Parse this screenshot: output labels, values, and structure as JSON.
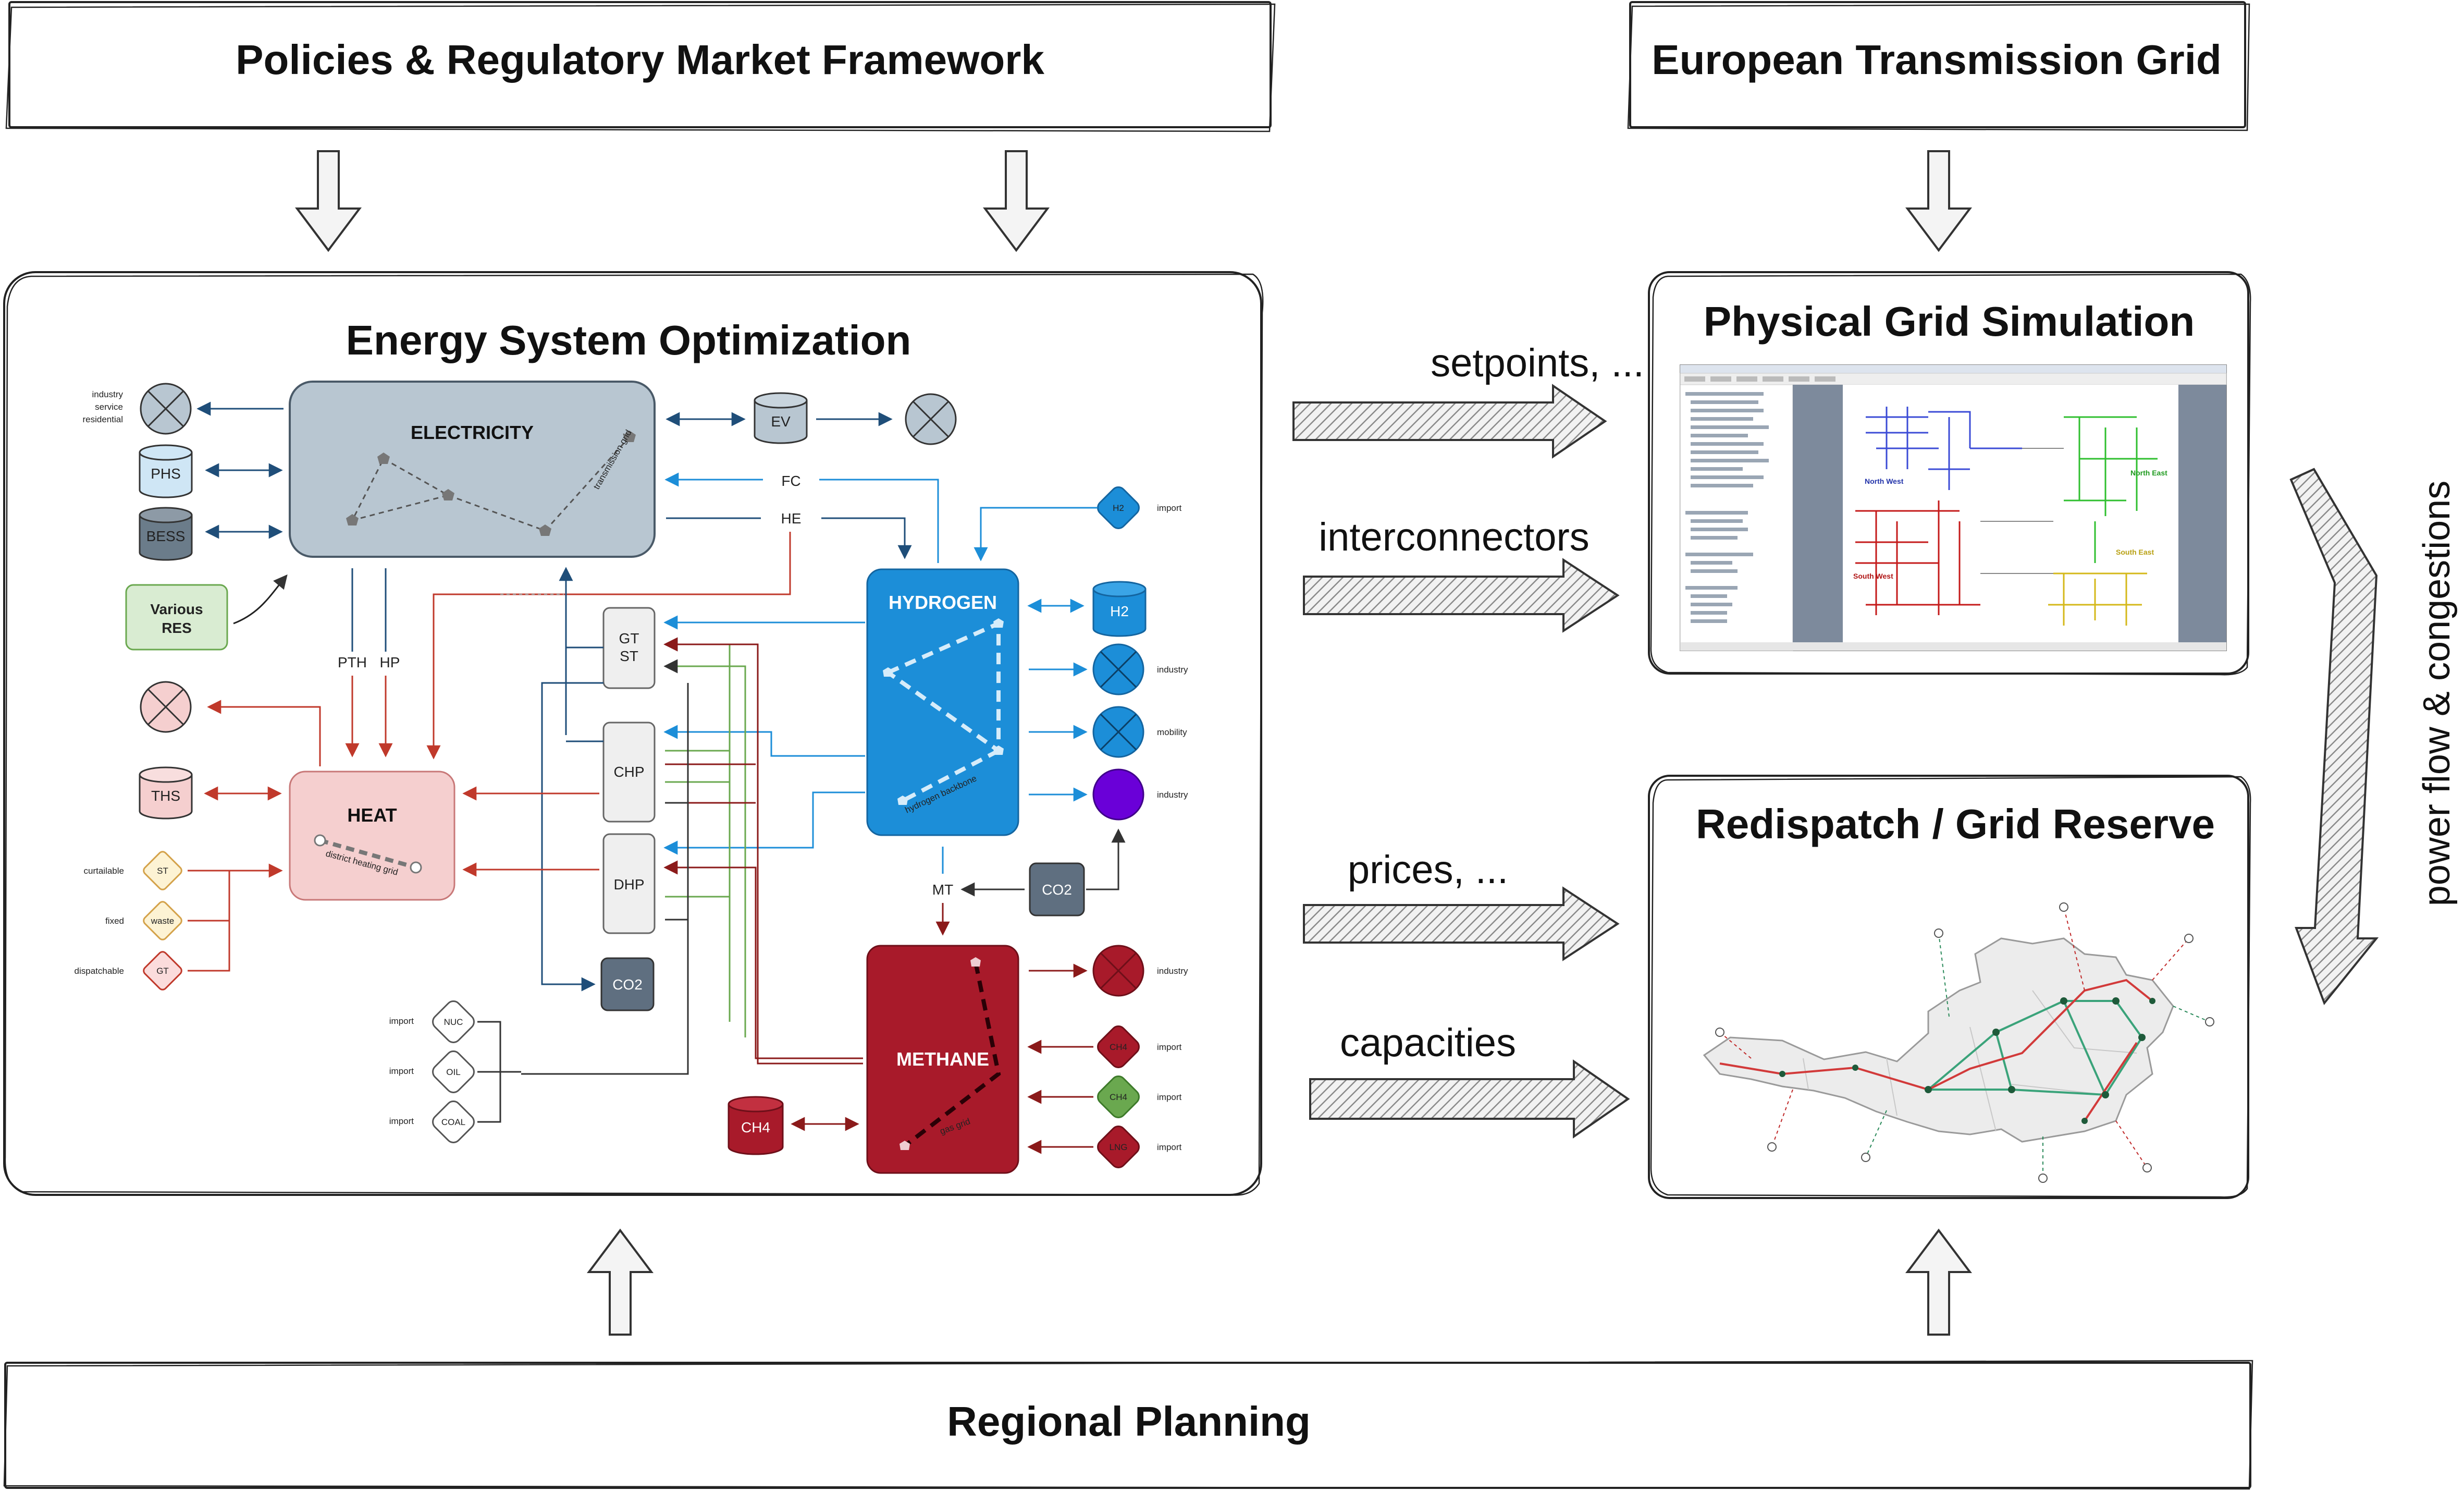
{
  "top": {
    "policies": "Policies & Regulatory Market Framework",
    "european_grid": "European Transmission Grid"
  },
  "bottom": {
    "regional": "Regional Planning"
  },
  "eso": {
    "title": "Energy System Optimization",
    "hubs": {
      "electricity": "ELECTRICITY",
      "heat": "HEAT",
      "hydrogen": "HYDROGEN",
      "methane": "METHANE",
      "transmission_grid": "transmission grid",
      "district_heating_grid": "district heating grid",
      "hydrogen_backbone": "hydrogen backbone",
      "gas_grid": "gas grid"
    },
    "electricity_side": {
      "consumers": [
        "industry",
        "service",
        "residential"
      ],
      "phs": "PHS",
      "bess": "BESS",
      "various_res": [
        "Various",
        "RES"
      ],
      "ev": "EV",
      "fc": "FC",
      "he": "HE",
      "pth": "PTH",
      "hp": "HP"
    },
    "heat_side": {
      "ths": "THS",
      "sources": [
        {
          "label": "curtailable",
          "tag": "ST"
        },
        {
          "label": "fixed",
          "tag": "waste"
        },
        {
          "label": "dispatchable",
          "tag": "GT"
        }
      ]
    },
    "converters": {
      "gtst": [
        "GT",
        "ST"
      ],
      "chp": "CHP",
      "dhp": "DHP",
      "co2_store": "CO2"
    },
    "fossil_imports": [
      {
        "label": "import",
        "tag": "NUC"
      },
      {
        "label": "import",
        "tag": "OIL"
      },
      {
        "label": "import",
        "tag": "COAL"
      }
    ],
    "hydrogen_side": {
      "h2_import": {
        "tag": "H2",
        "label": "import"
      },
      "h2_store": "H2",
      "sinks": [
        "industry",
        "mobility",
        "industry"
      ],
      "mt": "MT",
      "co2_source": "CO2"
    },
    "methane_side": {
      "industry": "industry",
      "imports": [
        {
          "tag": "CH4",
          "label": "import"
        },
        {
          "tag": "CH4",
          "label": "import"
        },
        {
          "tag": "LNG",
          "label": "import"
        }
      ],
      "ch4_store": "CH4"
    }
  },
  "flows": {
    "setpoints": "setpoints, ...",
    "interconnectors": "interconnectors",
    "prices": "prices, ...",
    "capacities": "capacities",
    "power_flow": "power flow & congestions"
  },
  "pgs": {
    "title": "Physical Grid Simulation",
    "regions": [
      "North West",
      "North East",
      "South East",
      "South West"
    ]
  },
  "redispatch": {
    "title": "Redispatch / Grid Reserve"
  },
  "colors": {
    "electricity": "#b8c6d1",
    "heat": "#f5cfcf",
    "hydrogen": "#1c8ed8",
    "methane": "#a81a2a",
    "res_green": "#d9ecd2",
    "green_line": "#6aa84f",
    "purple": "#6a00d8"
  }
}
